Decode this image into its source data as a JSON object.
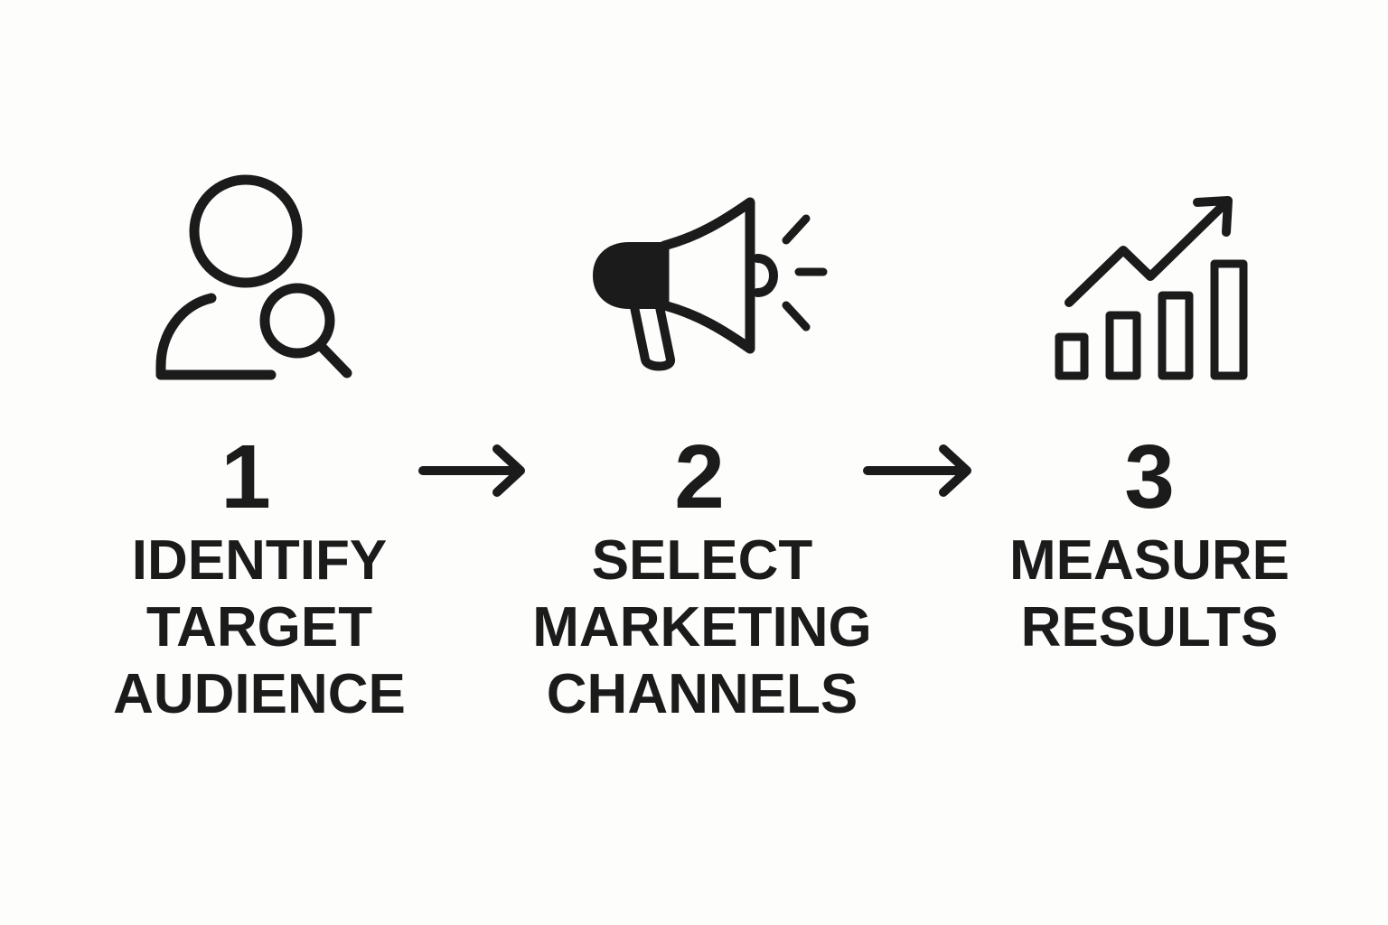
{
  "theme": {
    "ink": "#1b1b1b",
    "background": "#fdfdfc"
  },
  "steps": [
    {
      "number": "1",
      "label_lines": [
        "IDENTIFY",
        "TARGET",
        "AUDIENCE"
      ],
      "icon": "user-search-icon"
    },
    {
      "number": "2",
      "label_lines": [
        "SELECT",
        "MARKETING",
        "CHANNELS"
      ],
      "icon": "megaphone-icon"
    },
    {
      "number": "3",
      "label_lines": [
        "MEASURE",
        "RESULTS"
      ],
      "icon": "growth-chart-icon"
    }
  ],
  "connectors": [
    "right-arrow-icon",
    "right-arrow-icon"
  ]
}
